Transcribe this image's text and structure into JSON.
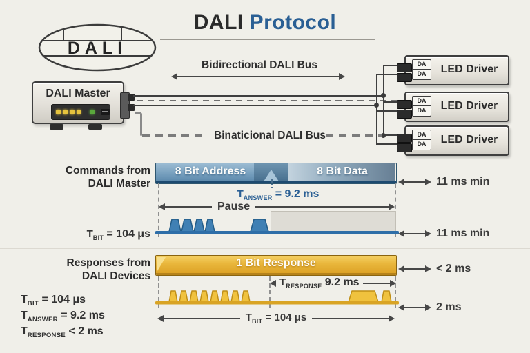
{
  "title": {
    "part1": "DALI",
    "part2": "Protocol"
  },
  "logo": {
    "text": "DALI"
  },
  "master": {
    "label": "DALI Master"
  },
  "bus": {
    "top_label": "Bidirectional DALI Bus",
    "bottom_label": "Binaticional DALI Bus"
  },
  "drivers": [
    {
      "label": "LED Driver",
      "terminal_top": "DA",
      "terminal_bottom": "DA"
    },
    {
      "label": "LED Driver",
      "terminal_top": "DA",
      "terminal_bottom": "DA"
    },
    {
      "label": "LED Driver",
      "terminal_top": "DA",
      "terminal_bottom": "DA"
    }
  ],
  "commands": {
    "label_line1": "Commands from",
    "label_line2": "DALI Master",
    "bar": {
      "address": "8 Bit Address",
      "data": "8 Bit Data"
    },
    "t_answer": {
      "base": "T",
      "sub": "ANSWER",
      "rest": "= 9.2 ms"
    },
    "pause": "Pause",
    "t_bit": {
      "base": "T",
      "sub": "BIT",
      "rest": "= 104 μs"
    },
    "right_top": "11 ms min",
    "right_bottom": "11 ms min"
  },
  "responses": {
    "label_line1": "Responses from",
    "label_line2": "DALI Devices",
    "bar_label": "1 Bit Response",
    "t_response": {
      "base": "T",
      "sub": "RESPONSE",
      "rest": "9.2 ms"
    },
    "t_bit_arrow": {
      "base": "T",
      "sub": "BIT",
      "rest": "= 104 μs"
    },
    "right_top": "< 2 ms",
    "right_bottom": "2 ms"
  },
  "legend": {
    "rows": [
      {
        "base": "T",
        "sub": "BIT",
        "rest": "= 104 μs"
      },
      {
        "base": "T",
        "sub": "ANSWER",
        "rest": "= 9.2 ms"
      },
      {
        "base": "T",
        "sub": "RESPONSE",
        "rest": "< 2 ms"
      }
    ]
  },
  "colors": {
    "accent_blue": "#2a5f94",
    "command_bar_dark": "#1d4a70",
    "response_bar_yellow": "#e2a92f",
    "wave_blue": "#3f7fb5",
    "wave_yellow": "#efc143",
    "wire": "#3f3f3f",
    "background": "#f0efe9"
  }
}
